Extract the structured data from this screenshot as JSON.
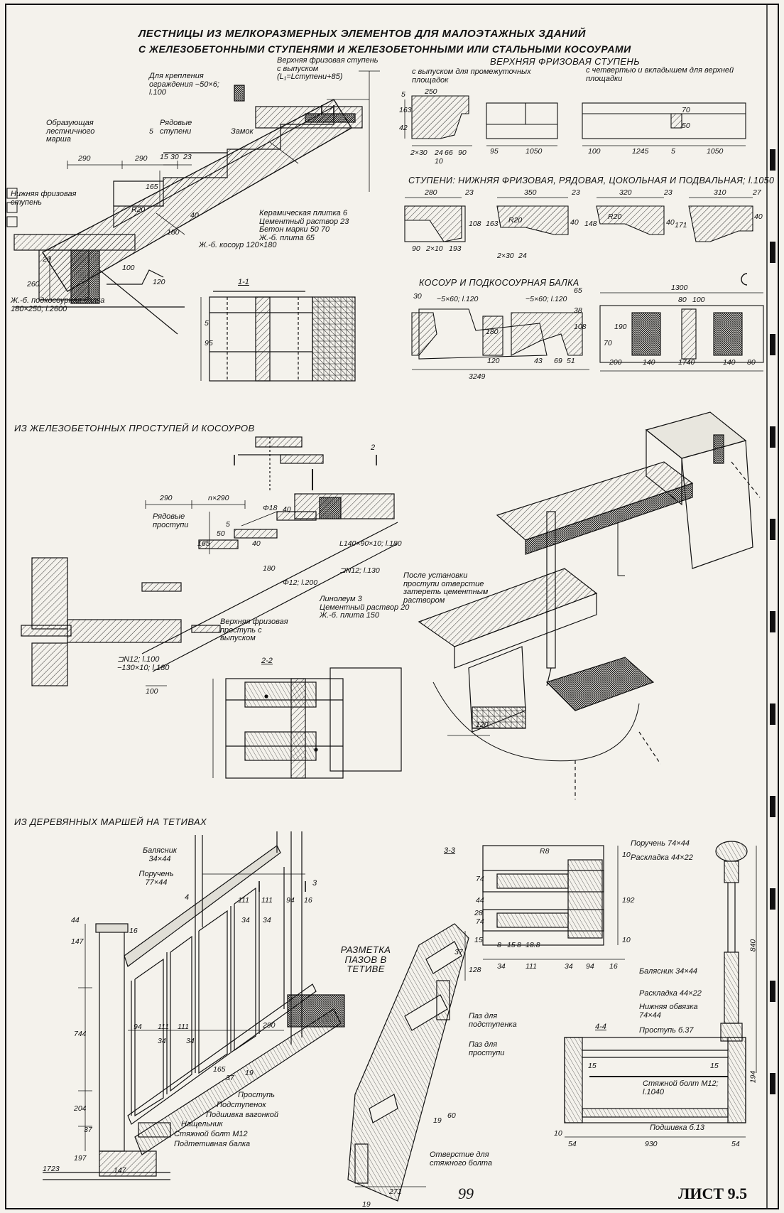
{
  "title": {
    "line1": "ЛЕСТНИЦЫ ИЗ МЕЛКОРАЗМЕРНЫХ ЭЛЕМЕНТОВ ДЛЯ МАЛОЭТАЖНЫХ ЗДАНИЙ",
    "line2": "С ЖЕЛЕЗОБЕТОННЫМИ СТУПЕНЯМИ И ЖЕЛЕЗОБЕТОННЫМИ ИЛИ СТАЛЬНЫМИ КОСОУРАМИ"
  },
  "section1": {
    "fastening_label": "Для крепления ограждения −50×6; l.100",
    "upper_step_label": "Верхняя фризовая ступень с выпуском (L₁=Lступени+85)",
    "generatrix_label": "Образующая лестничного марша",
    "row_steps_label": "Рядовые ступени",
    "lock_label": "Замок",
    "lower_step_label": "Нижняя фризовая ступень",
    "layers_label": "Керамическая плитка 6\nЦементный раствор 23\nБетон марки 50 70\nЖ.-б. плита 65",
    "stringer_label": "Ж.-б. косоур 120×180",
    "beam_label": "Ж.-б. подкосоурная балка 180×250; l.2600",
    "cut_1_1": "1-1",
    "dims": [
      "290",
      "290",
      "15",
      "30",
      "23",
      "5",
      "165",
      "R20",
      "40",
      "180",
      "20",
      "260",
      "95",
      "5",
      "120",
      "100"
    ]
  },
  "upper_step_panel": {
    "title": "ВЕРХНЯЯ ФРИЗОВАЯ СТУПЕНЬ",
    "sub_left": "с выпуском для промежуточных площадок",
    "sub_right": "с четвертью и вкладышем для верхней площадки",
    "dims": [
      "250",
      "5",
      "42",
      "163",
      "2×30",
      "24",
      "66",
      "90",
      "10",
      "95",
      "1050",
      "100",
      "1245",
      "5",
      "1050",
      "50",
      "70"
    ]
  },
  "steps_panel": {
    "title": "СТУПЕНИ: НИЖНЯЯ ФРИЗОВАЯ, РЯДОВАЯ, ЦОКОЛЬНАЯ И ПОДВАЛЬНАЯ; l.1050",
    "dims": [
      "280",
      "23",
      "350",
      "23",
      "320",
      "23",
      "310",
      "27",
      "R20",
      "R20",
      "90",
      "2×10",
      "193",
      "2×30",
      "24",
      "108",
      "163",
      "148",
      "171",
      "40",
      "40",
      "40"
    ]
  },
  "stringer_panel": {
    "title": "КОСОУР И ПОДКОСОУРНАЯ БАЛКА",
    "dims": [
      "30",
      "−5×60; l.120",
      "−5×60; l.120",
      "65",
      "180",
      "120",
      "43",
      "69",
      "51",
      "3249",
      "1300",
      "80",
      "100",
      "200",
      "140",
      "1740",
      "140",
      "80",
      "70",
      "190",
      "38",
      "108"
    ]
  },
  "section2": {
    "title": "ИЗ ЖЕЛЕЗОБЕТОННЫХ ПРОСТУПЕЙ И КОСОУРОВ",
    "treads_label": "Рядовые проступи",
    "dims": [
      "290",
      "n×290",
      "Φ18",
      "40",
      "165",
      "50",
      "5",
      "40",
      "180",
      "Φ12; l.200",
      "L140×90×10; l.180",
      "⊐N12; l.130",
      "100"
    ],
    "layers_label": "Линолеум 3\nЦементный раствор 20\nЖ.-б. плита 150",
    "upper_label": "Верхняя фризовая проступь с выпуском",
    "channel_label": "⊐N12; l.100\n−130×10; l.180",
    "cut_2": "2",
    "cut_2_2": "2-2",
    "note_label": "После установки проступи отверстие затереть цементным раствором",
    "iso_dim": "120"
  },
  "section3": {
    "title": "ИЗ ДЕРЕВЯННЫХ МАРШЕЙ НА ТЕТИВАХ",
    "baluster_label": "Балясник 34×44",
    "handrail_label": "Поручень 77×44",
    "cut_3": "3",
    "cut_4": "4",
    "dims": [
      "44",
      "147",
      "16",
      "111",
      "111",
      "94",
      "34",
      "34",
      "16",
      "94",
      "111",
      "111",
      "34",
      "34",
      "744",
      "204",
      "37",
      "197",
      "17",
      "23",
      "147",
      "165",
      "37",
      "19",
      "290"
    ],
    "lower_labels": [
      "Проступь",
      "Подступенок",
      "Подшивка вагонкой",
      "Нащельник",
      "Стяжной болт M12",
      "Подтетивная балка"
    ],
    "marking_label": "РАЗМЕТКА ПАЗОВ В ТЕТИВЕ",
    "riser_slot_label": "Паз для подступенка",
    "tread_slot_label": "Паз для проступи",
    "bolt_hole_label": "Отверстие для стяжного болта",
    "marking_dims": [
      "37",
      "128",
      "19",
      "60",
      "271",
      "19"
    ],
    "cut_3_3": "3-3",
    "cut_3_3_dims": [
      "R8",
      "74",
      "44",
      "74",
      "28",
      "15",
      "8",
      "15",
      "8",
      "18.8",
      "34",
      "111",
      "34",
      "94",
      "16",
      "10",
      "192",
      "10"
    ],
    "railing_labels": [
      "Поручень 74×44",
      "Раскладка 44×22",
      "Балясник 34×44",
      "Раскладка 44×22",
      "Нижняя обвязка 74×44",
      "Проступь б.37"
    ],
    "railing_dims": [
      "840",
      "194"
    ],
    "cut_4_4": "4-4",
    "cut_4_4_labels": [
      "Стяжной болт M12; l.1040",
      "Подшивка б.13"
    ],
    "cut_4_4_dims": [
      "15",
      "15",
      "10",
      "54",
      "930",
      "54"
    ]
  },
  "footer": {
    "page": "99",
    "sheet": "ЛИСТ 9.5"
  }
}
